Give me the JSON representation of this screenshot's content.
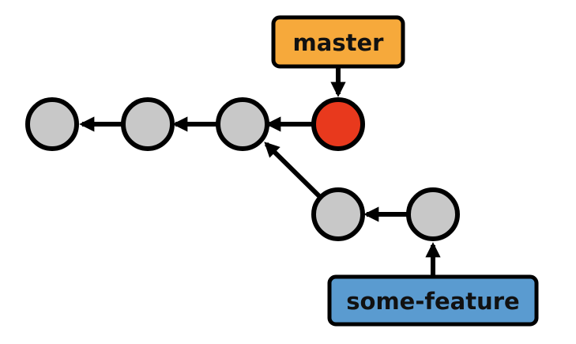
{
  "branches": {
    "master": {
      "label": "master",
      "color": "#F6A93B"
    },
    "feature": {
      "label": "some-feature",
      "color": "#5A9BD0"
    }
  },
  "colors": {
    "commit_default": "#C8C8C8",
    "commit_head": "#E8391D",
    "outline": "#000000",
    "background": "#FFFFFF"
  },
  "commits": [
    {
      "id": "c1",
      "head": false
    },
    {
      "id": "c2",
      "head": false
    },
    {
      "id": "c3",
      "head": false
    },
    {
      "id": "c4",
      "head": true
    },
    {
      "id": "f1",
      "head": false
    },
    {
      "id": "f2",
      "head": false
    }
  ],
  "edges": [
    {
      "from": "c2",
      "to": "c1"
    },
    {
      "from": "c3",
      "to": "c2"
    },
    {
      "from": "c4",
      "to": "c3"
    },
    {
      "from": "f1",
      "to": "c3"
    },
    {
      "from": "f2",
      "to": "f1"
    }
  ],
  "refs": [
    {
      "branch": "master",
      "points_to": "c4"
    },
    {
      "branch": "feature",
      "points_to": "f2"
    }
  ]
}
